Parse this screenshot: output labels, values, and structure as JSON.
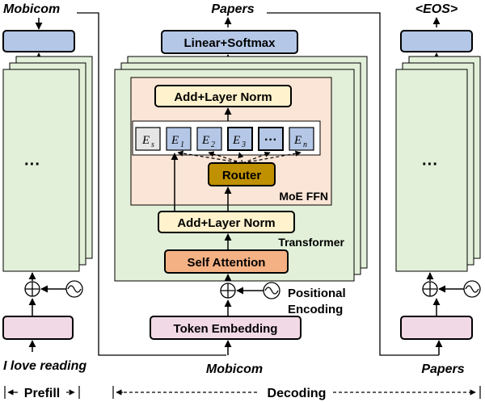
{
  "left_column": {
    "top_label": "Mobicom",
    "ellipsis": "···",
    "bottom_label": "I love reading"
  },
  "center_column": {
    "top_label": "Papers",
    "output_layer": "Linear+Softmax",
    "add_norm_top": "Add+Layer Norm",
    "experts": [
      {
        "base": "E",
        "sub": "s"
      },
      {
        "base": "E",
        "sub": "1"
      },
      {
        "base": "E",
        "sub": "2"
      },
      {
        "base": "E",
        "sub": "3"
      },
      {
        "base": "···",
        "sub": ""
      },
      {
        "base": "E",
        "sub": "n"
      }
    ],
    "router": "Router",
    "moe_label": "MoE FFN",
    "add_norm_bottom": "Add+Layer Norm",
    "transformer_label": "Transformer",
    "self_attention": "Self  Attention",
    "positional_encoding_line1": "Positional",
    "positional_encoding_line2": "Encoding",
    "token_embedding": "Token Embedding",
    "bottom_label": "Mobicom"
  },
  "right_column": {
    "top_label": "<EOS>",
    "ellipsis": "···",
    "bottom_label": "Papers"
  },
  "phases": {
    "prefill": "Prefill",
    "decoding": "Decoding"
  },
  "colors": {
    "blue_box": "#b4c7e7",
    "green_layer": "#e2f0d9",
    "pink_box": "#f2d9e6",
    "moe_bg": "#fbe5d6",
    "yellow_box": "#fff2cc",
    "router_gold": "#bf9000",
    "attention_orange": "#f4b183",
    "expert_gray": "#e7e6e6"
  }
}
